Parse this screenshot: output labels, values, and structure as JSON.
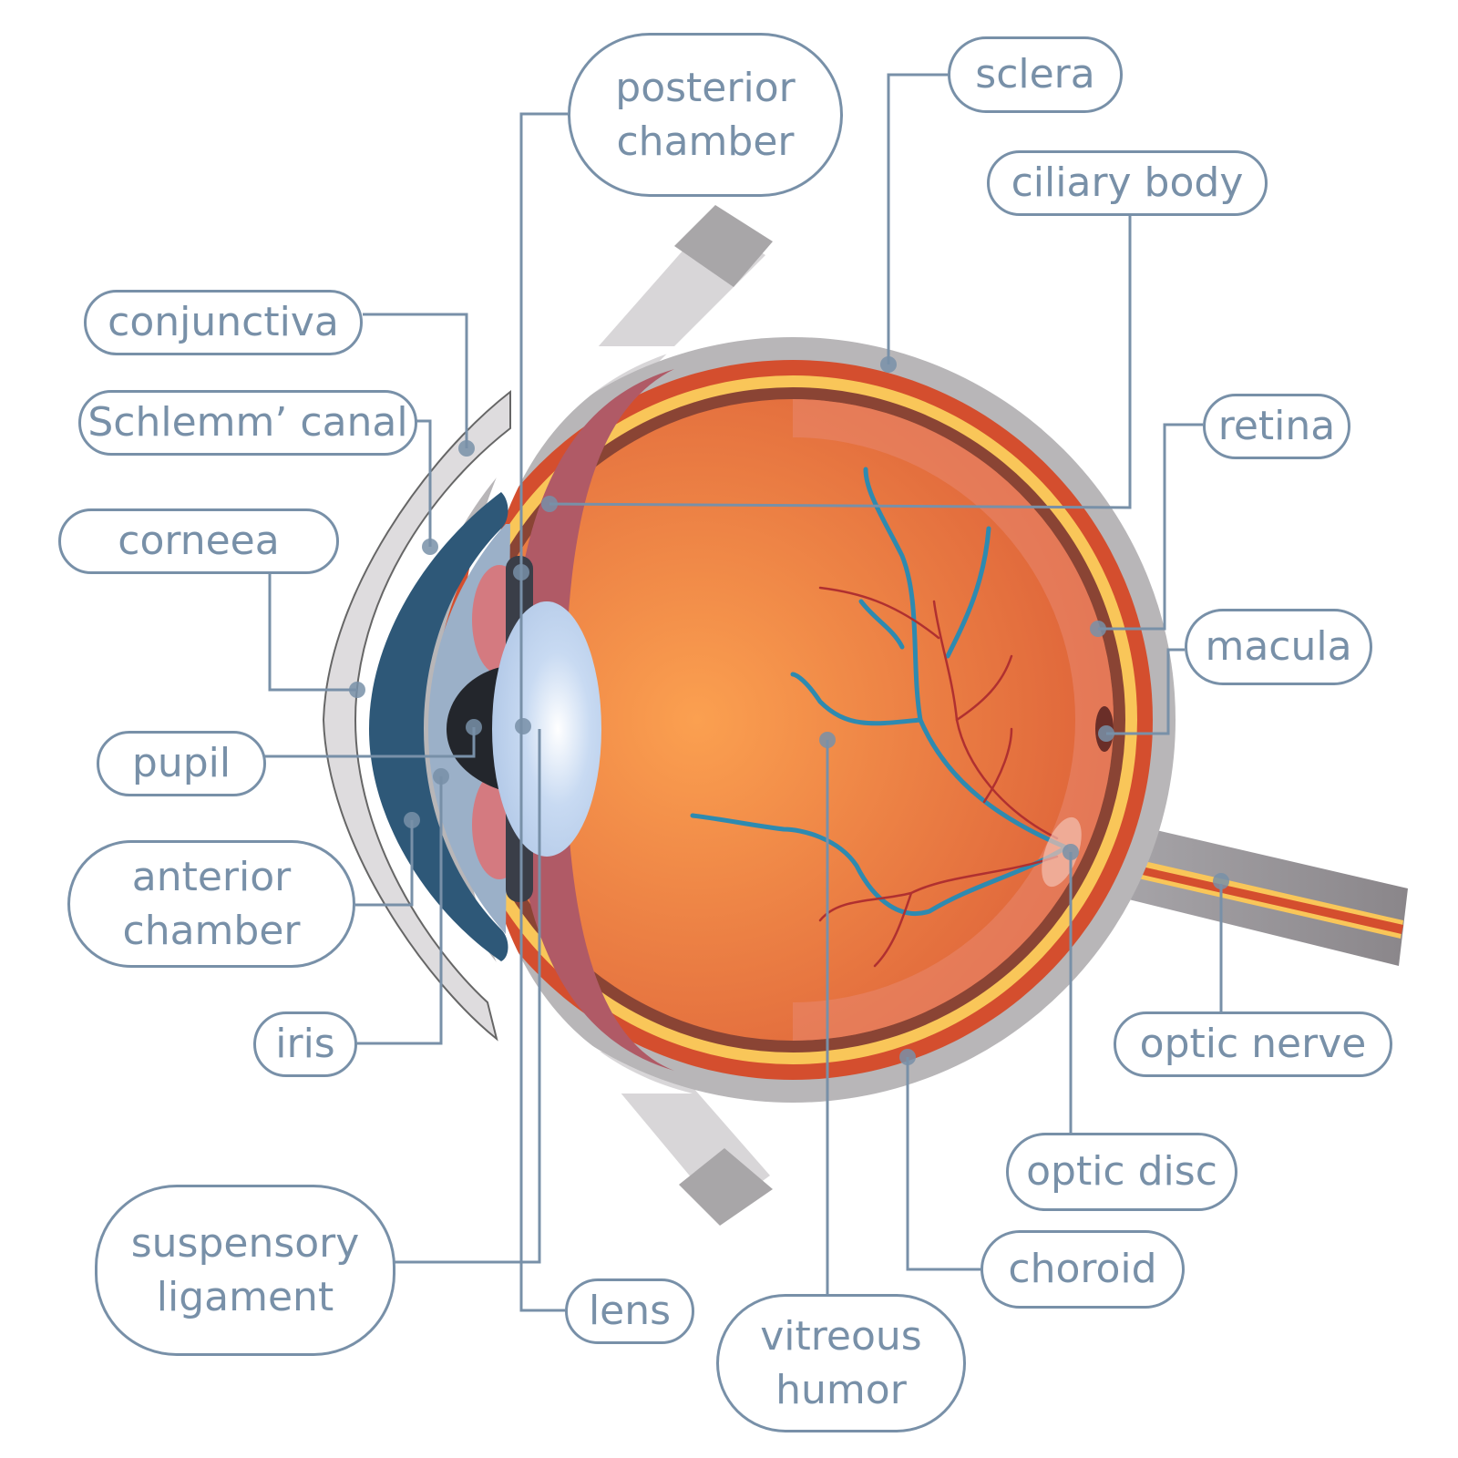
{
  "title": "Human eye anatomy",
  "colors": {
    "label": "#7890a8",
    "sclera": "#b0aeb0",
    "choroid": "#d44e2e",
    "retina": "#f9c659",
    "vitreous": "#f3924a",
    "iris_dark": "#2e5878",
    "iris_light": "#9bb0c8",
    "ciliary": "#b05a66",
    "lens": "#c0d4ee",
    "vessel_blue": "#2e8ab0",
    "vessel_red": "#b03030"
  },
  "labels": {
    "conjunctiva": "conjunctiva",
    "schlemm_canal": "Schlemm’ canal",
    "corneea": "corneea",
    "pupil": "pupil",
    "anterior_chamber": "anterior\nchamber",
    "iris": "iris",
    "suspensory_ligament": "suspensory\nligament",
    "lens": "lens",
    "vitreous_humor": "vitreous\nhumor",
    "posterior_chamber": "posterior\nchamber",
    "sclera": "sclera",
    "ciliary_body": "ciliary body",
    "retina": "retina",
    "macula": "macula",
    "optic_nerve": "optic nerve",
    "optic_disc": "optic disc",
    "choroid": "choroid"
  }
}
